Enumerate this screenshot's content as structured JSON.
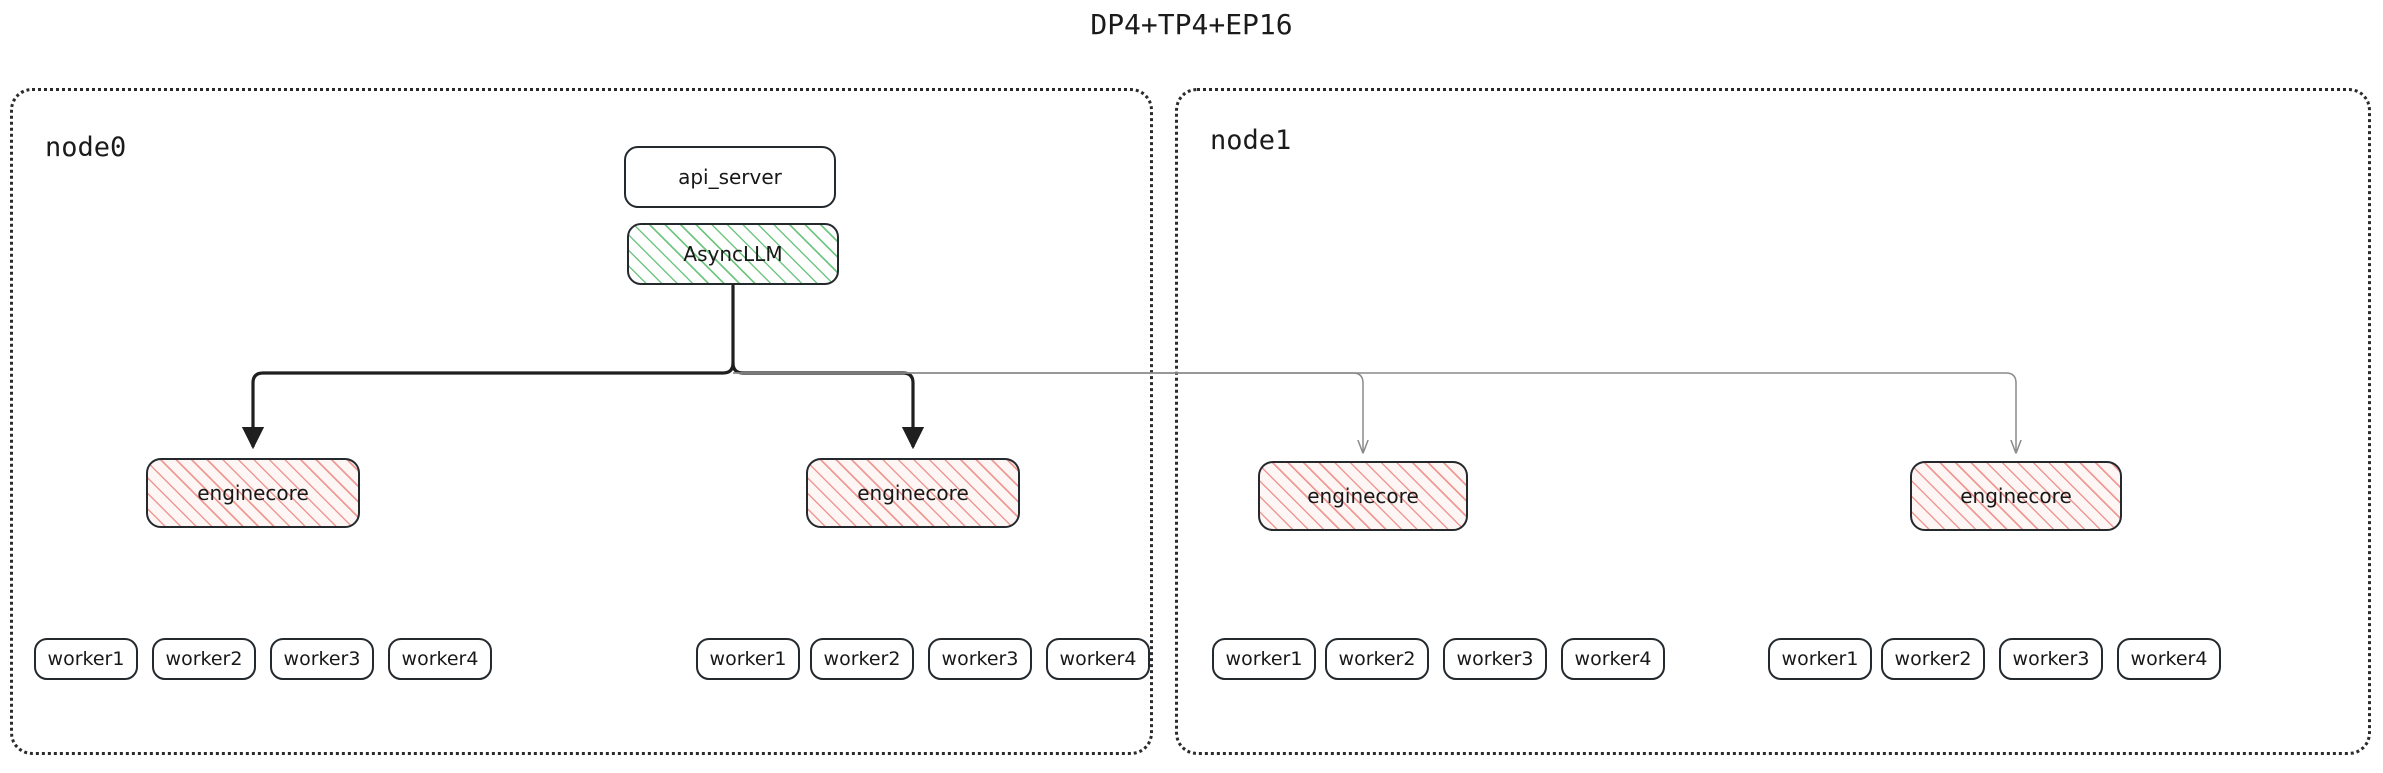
{
  "title": "DP4+TP4+EP16",
  "colors": {
    "container_border": "#2b2b2b",
    "box_border": "#24292e",
    "async_hatch": "#6ac47c",
    "engine_hatch": "#eb8a82",
    "edge_local": "#1f1f1f",
    "edge_remote": "#8a8a8a",
    "text": "#181818",
    "background": "#ffffff"
  },
  "nodes": [
    {
      "id": "node0",
      "label": "node0",
      "frontend": [
        {
          "id": "api_server",
          "label": "api_server",
          "style": "plain"
        },
        {
          "id": "async_llm",
          "label": "AsyncLLM",
          "style": "green-hatched"
        }
      ],
      "engines": [
        {
          "id": "node0-engine0",
          "label": "enginecore",
          "style": "pink-hatched",
          "edge": "local",
          "workers": [
            {
              "label": "worker1"
            },
            {
              "label": "worker2"
            },
            {
              "label": "worker3"
            },
            {
              "label": "worker4"
            }
          ]
        },
        {
          "id": "node0-engine1",
          "label": "enginecore",
          "style": "pink-hatched",
          "edge": "local",
          "workers": [
            {
              "label": "worker1"
            },
            {
              "label": "worker2"
            },
            {
              "label": "worker3"
            },
            {
              "label": "worker4"
            }
          ]
        }
      ]
    },
    {
      "id": "node1",
      "label": "node1",
      "frontend": [],
      "engines": [
        {
          "id": "node1-engine0",
          "label": "enginecore",
          "style": "pink-hatched",
          "edge": "remote",
          "workers": [
            {
              "label": "worker1"
            },
            {
              "label": "worker2"
            },
            {
              "label": "worker3"
            },
            {
              "label": "worker4"
            }
          ]
        },
        {
          "id": "node1-engine1",
          "label": "enginecore",
          "style": "pink-hatched",
          "edge": "remote",
          "workers": [
            {
              "label": "worker1"
            },
            {
              "label": "worker2"
            },
            {
              "label": "worker3"
            },
            {
              "label": "worker4"
            }
          ]
        }
      ]
    }
  ]
}
